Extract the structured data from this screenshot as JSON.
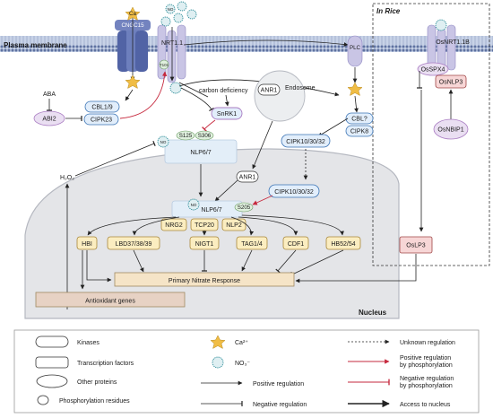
{
  "labels": {
    "plasma_membrane": "Plasma membrane",
    "in_rice": "In Rice",
    "nucleus": "Nucleus",
    "carbon_deficiency": "carbon deficiency",
    "endosome": "Endosome",
    "aba": "ABA",
    "h2o2": "H₂O₂",
    "cal": "Ca²⁺",
    "no": "NO₃⁻",
    "ca_short": "Ca",
    "no_short": "NO"
  },
  "proteins": {
    "cngc15": "CNGC15",
    "nrt11": "NRT1.1",
    "t101": "T101",
    "plc": "PLC",
    "osnrt11b": "OsNRT1.1B",
    "osspx4": "OsSPX4",
    "osnlp3": "OsNLP3",
    "osnbip1": "OsNBIP1",
    "abi2": "ABI2",
    "cbl19": "CBL1/9",
    "cipk23": "CIPK23",
    "snrk1": "SnRK1",
    "anr1_endo": "ANR1",
    "cbl_q": "CBL?",
    "cipk8": "CIPK8",
    "cipk103032_a": "CIPK10/30/32",
    "cipk103032_b": "CIPK10/30/32",
    "nlp67_cyto": "NLP6/7",
    "s125": "S125",
    "s306": "S306",
    "anr1_nuc": "ANR1",
    "nlp67_nuc": "NLP6/7",
    "s205": "S205",
    "nrg2": "NRG2",
    "tcp20": "TCP20",
    "nlp2": "NLP2",
    "hbi": "HBI",
    "lbd": "LBD37/38/39",
    "nigt1": "NIGT1",
    "tag14": "TAG1/4",
    "cdf1": "CDF1",
    "hb5254": "HB52/54",
    "oslp3": "OsLP3",
    "pnr": "Primary Nitrate Response",
    "antioxidant": "Antioxidant genes"
  },
  "legend": {
    "kinases": "Kinases",
    "tf": "Transcription factors",
    "other": "Other proteins",
    "phospho": "Phosphorylation residues",
    "ca": "Ca²⁺",
    "no3": "NO₃⁻",
    "positive": "Positive regulation",
    "negative": "Negative regulation",
    "unknown": "Unknown regulation",
    "pos_phos_1": "Positive regulation",
    "pos_phos_2": "by phosphorylation",
    "neg_phos_1": "Negative regulation",
    "neg_phos_2": "by phosphorylation",
    "access": "Access to nucleus"
  },
  "colors": {
    "membrane": "#b9c6de",
    "nucleus": "#e8e8ea",
    "kinase_fill": "#e2eefb",
    "kinase_stroke": "#3b74b5",
    "tf_fill": "#fbedc0",
    "tf_stroke": "#a8873a",
    "rice_fill": "#f7d6d6",
    "rice_stroke": "#a04646",
    "pnr_fill": "#f5e4c7",
    "antiox_fill": "#e7d2c4",
    "purple": "#a97cc2",
    "red_arrow": "#c6283d",
    "ca_star": "#f0bd45"
  }
}
